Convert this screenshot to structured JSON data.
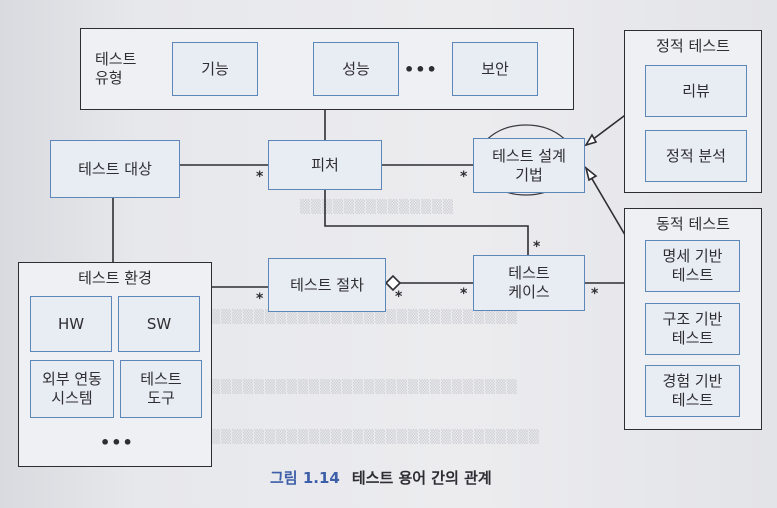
{
  "types_group": {
    "label": "테스트\n유형",
    "items": [
      "기능",
      "성능",
      "보안"
    ],
    "ellipsis": "•••"
  },
  "static_test": {
    "label": "정적 테스트",
    "items": [
      "리뷰",
      "정적 분석"
    ]
  },
  "dynamic_test": {
    "label": "동적 테스트",
    "items": [
      "명세 기반\n테스트",
      "구조 기반\n테스트",
      "경험 기반\n테스트"
    ]
  },
  "nodes": {
    "test_target": "테스트 대상",
    "feature": "피처",
    "design_technique": "테스트 설계\n기법",
    "procedure": "테스트 절차",
    "test_case": "테스트\n케이스"
  },
  "environment": {
    "label": "테스트 환경",
    "items": [
      "HW",
      "SW",
      "외부 연동\n시스템",
      "테스트\n도구"
    ],
    "ellipsis": "•••"
  },
  "multiplicity": "*",
  "caption": {
    "number": "그림 1.14",
    "title": "테스트 용어 간의 관계"
  }
}
